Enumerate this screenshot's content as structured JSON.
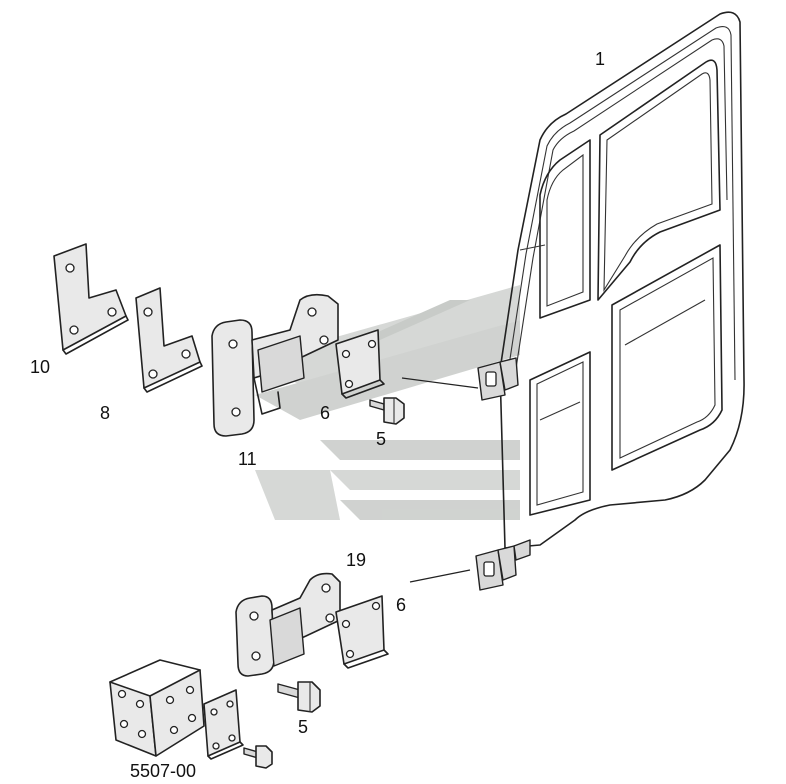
{
  "labels": {
    "door": "1",
    "bolt_upper": "5",
    "bolt_lower": "5",
    "plate_upper": "6",
    "plate_lower": "6",
    "shim_8": "8",
    "shim_10": "10",
    "hinge_11": "11",
    "hinge_19": "19",
    "figure_code": "5507-00"
  },
  "watermark_color": "#c9ccc9",
  "line_color": "#222222"
}
